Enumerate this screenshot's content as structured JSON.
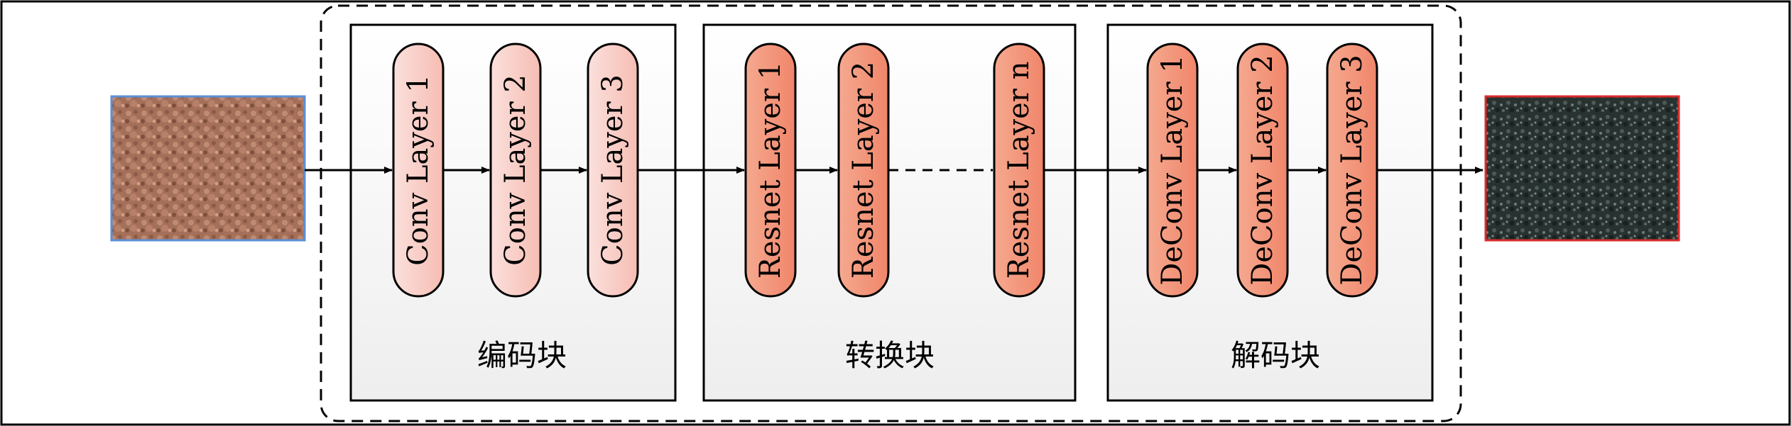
{
  "encoder": {
    "label": "编码块",
    "layers": [
      "Conv Layer 1",
      "Conv Layer 2",
      "Conv Layer 3"
    ]
  },
  "transformer": {
    "label": "转换块",
    "layers": [
      "Resnet Layer 1",
      "Resnet Layer 2",
      "Resnet Layer n"
    ]
  },
  "decoder": {
    "label": "解码块",
    "layers": [
      "DeConv Layer 1",
      "DeConv Layer 2",
      "DeConv Layer 3"
    ]
  },
  "colors": {
    "input_border": "#5b8fd6",
    "output_border": "#d92b2b",
    "conv_fill_top": "#fbe3e0",
    "conv_fill": "#f7c5bd",
    "resnet_fill": "#f39a7f",
    "block_fill": "#f2f2f2"
  }
}
